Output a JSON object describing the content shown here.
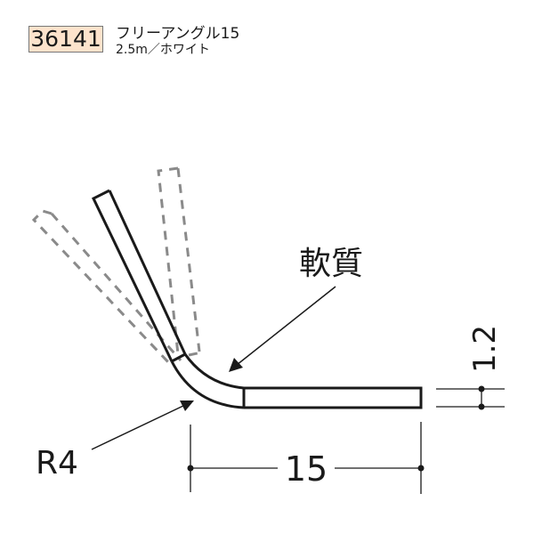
{
  "header": {
    "product_code": "36141",
    "product_name": "フリーアングル15",
    "product_spec": "2.5m／ホワイト",
    "badge_color": "#fde3cc"
  },
  "drawing": {
    "material_label": "軟質",
    "radius_label": "R4",
    "width_dimension": "15",
    "thickness_dimension": "1.2",
    "line_color": "#1a1a1a",
    "dashed_color": "#8a8a8a"
  }
}
